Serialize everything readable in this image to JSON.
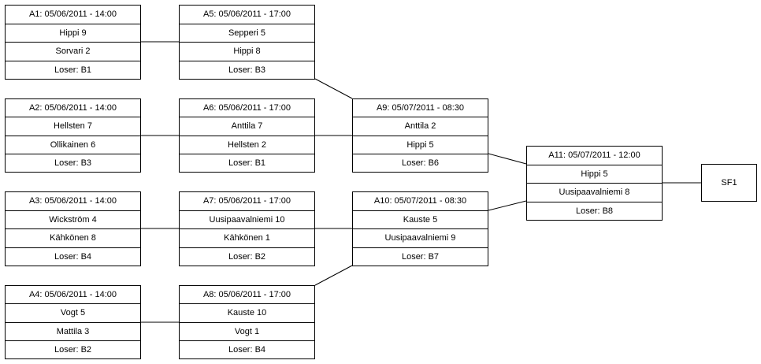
{
  "matches": [
    {
      "id": "A1",
      "header": "A1: 05/06/2011 - 14:00",
      "team1": "Hippi 9",
      "team2": "Sorvari 2",
      "loser": "Loser: B1"
    },
    {
      "id": "A2",
      "header": "A2: 05/06/2011 - 14:00",
      "team1": "Hellsten 7",
      "team2": "Ollikainen 6",
      "loser": "Loser: B3"
    },
    {
      "id": "A3",
      "header": "A3: 05/06/2011 - 14:00",
      "team1": "Wickström 4",
      "team2": "Kähkönen 8",
      "loser": "Loser: B4"
    },
    {
      "id": "A4",
      "header": "A4: 05/06/2011 - 14:00",
      "team1": "Vogt 5",
      "team2": "Mattila 3",
      "loser": "Loser: B2"
    },
    {
      "id": "A5",
      "header": "A5: 05/06/2011 - 17:00",
      "team1": "Sepperi 5",
      "team2": "Hippi 8",
      "loser": "Loser: B3"
    },
    {
      "id": "A6",
      "header": "A6: 05/06/2011 - 17:00",
      "team1": "Anttila 7",
      "team2": "Hellsten 2",
      "loser": "Loser: B1"
    },
    {
      "id": "A7",
      "header": "A7: 05/06/2011 - 17:00",
      "team1": "Uusipaavalniemi 10",
      "team2": "Kähkönen 1",
      "loser": "Loser: B2"
    },
    {
      "id": "A8",
      "header": "A8: 05/06/2011 - 17:00",
      "team1": "Kauste 10",
      "team2": "Vogt 1",
      "loser": "Loser: B4"
    },
    {
      "id": "A9",
      "header": "A9: 05/07/2011 - 08:30",
      "team1": "Anttila 2",
      "team2": "Hippi 5",
      "loser": "Loser: B6"
    },
    {
      "id": "A10",
      "header": "A10: 05/07/2011 - 08:30",
      "team1": "Kauste 5",
      "team2": "Uusipaavalniemi 9",
      "loser": "Loser: B7"
    },
    {
      "id": "A11",
      "header": "A11: 05/07/2011 - 12:00",
      "team1": "Hippi 5",
      "team2": "Uusipaavalniemi 8",
      "loser": "Loser: B8"
    }
  ],
  "final": {
    "label": "SF1"
  }
}
